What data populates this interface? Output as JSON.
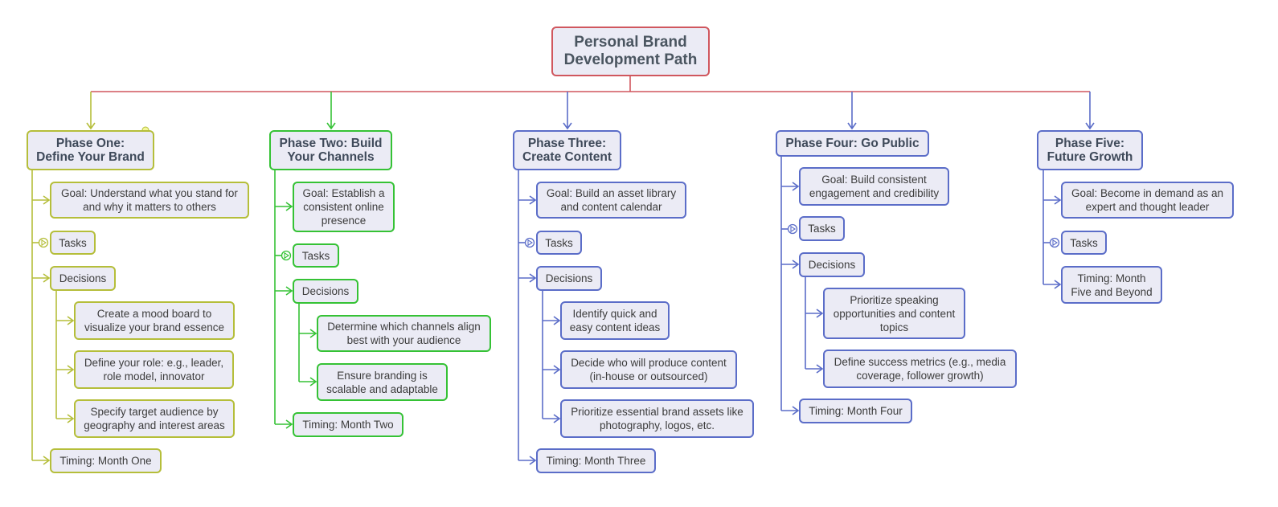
{
  "title": "Personal Brand\nDevelopment Path",
  "colors": {
    "root": "#d0575e",
    "phase1": "#b5be3a",
    "phase2": "#35c235",
    "phase3": "#5b6dc8",
    "phase4": "#5b6dc8",
    "phase5": "#5b6dc8",
    "node_fill": "#ebebf5"
  },
  "phases": [
    {
      "title": "Phase One:\nDefine Your Brand",
      "goal": "Goal: Understand what you stand for\nand why it matters to others",
      "tasks": "Tasks",
      "decisions": "Decisions",
      "decision_items": [
        "Create a mood board to\nvisualize your brand essence",
        "Define your role: e.g., leader,\nrole model, innovator",
        "Specify target audience by\ngeography and interest areas"
      ],
      "timing": "Timing: Month One"
    },
    {
      "title": "Phase Two: Build\nYour Channels",
      "goal": "Goal: Establish a\nconsistent online\npresence",
      "tasks": "Tasks",
      "decisions": "Decisions",
      "decision_items": [
        "Determine which channels align\nbest with your audience",
        "Ensure branding is\nscalable and adaptable"
      ],
      "timing": "Timing: Month Two"
    },
    {
      "title": "Phase Three:\nCreate Content",
      "goal": "Goal: Build an asset library\nand content calendar",
      "tasks": "Tasks",
      "decisions": "Decisions",
      "decision_items": [
        "Identify quick and\neasy content ideas",
        "Decide who will produce content\n(in-house or outsourced)",
        "Prioritize essential brand assets like\nphotography, logos, etc."
      ],
      "timing": "Timing: Month Three"
    },
    {
      "title": "Phase Four: Go Public",
      "goal": "Goal: Build consistent\nengagement and credibility",
      "tasks": "Tasks",
      "decisions": "Decisions",
      "decision_items": [
        "Prioritize speaking\nopportunities and content\ntopics",
        "Define success metrics (e.g., media\ncoverage, follower growth)"
      ],
      "timing": "Timing: Month Four"
    },
    {
      "title": "Phase Five:\nFuture Growth",
      "goal": "Goal: Become in demand as an\nexpert and thought leader",
      "tasks": "Tasks",
      "timing": "Timing: Month\nFive and Beyond"
    }
  ]
}
